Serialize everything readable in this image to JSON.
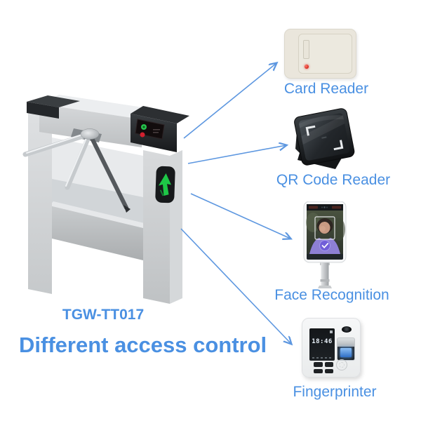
{
  "banner": {
    "model": "TGW-TT017",
    "headline": "Different access control",
    "colors": {
      "text_blue": "#4a90e2",
      "arrow_blue": "#5d97e0"
    }
  },
  "turnstile": {
    "name": "tripod-turnstile",
    "status_lights": {
      "go_green": "#27c24c",
      "stop_red": "#d2202f"
    },
    "direction_arrow_color": "#1fd14a"
  },
  "access_methods": [
    {
      "id": "card-reader",
      "label": "Card Reader",
      "icon": "card-reader-device-icon"
    },
    {
      "id": "qr-code-reader",
      "label": "QR Code Reader",
      "icon": "qr-scanner-device-icon"
    },
    {
      "id": "face-recognition",
      "label": "Face Recognition",
      "icon": "face-terminal-device-icon"
    },
    {
      "id": "fingerprinter",
      "label": "Fingerprinter",
      "icon": "fingerprint-terminal-device-icon"
    }
  ],
  "fingerprinter_screen": {
    "time": "18:46"
  }
}
